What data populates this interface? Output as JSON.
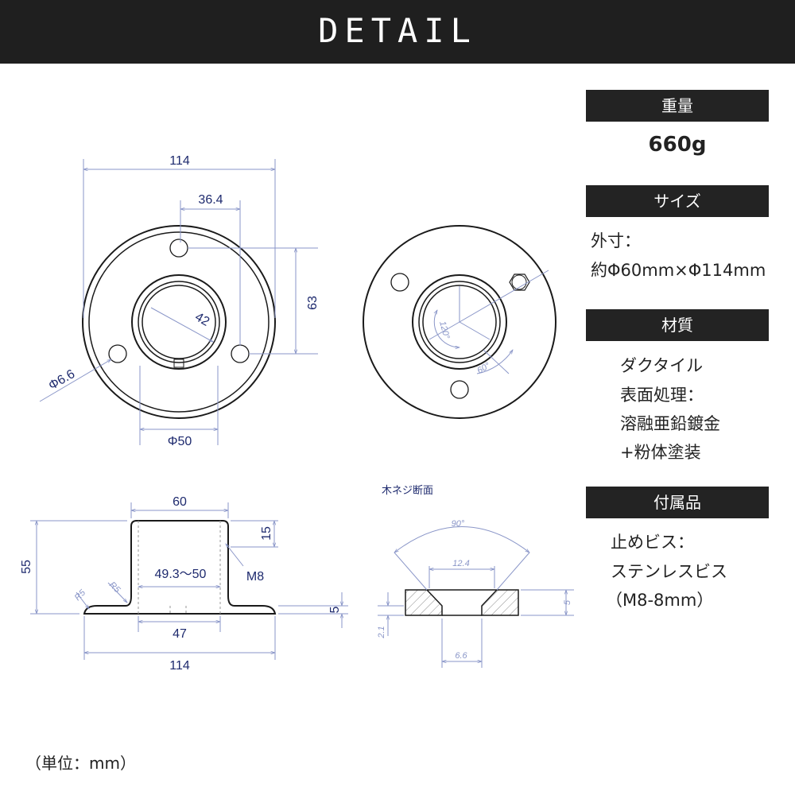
{
  "header": {
    "title": "DETAIL"
  },
  "drawing": {
    "top_view_left": {
      "width": "114",
      "hole_spacing": "36.4",
      "height_offset": "63",
      "bore": "42",
      "hole_dia": "Φ6.6",
      "hub_dia": "Φ50"
    },
    "top_view_right": {
      "angle_120": "120°",
      "angle_60": "60°"
    },
    "side_view": {
      "hub_width": "60",
      "total_height": "55",
      "top_step": "15",
      "thread": "M8",
      "inner_dia": "49.3〜50",
      "base_thickness": "5",
      "radius_a": "R5",
      "radius_b": "R5",
      "base_inner": "47",
      "base_width": "114"
    },
    "screw_section": {
      "title": "木ネジ断面",
      "angle": "90°",
      "countersink": "12.4",
      "thickness": "5",
      "depth": "2.1",
      "hole": "6.6"
    }
  },
  "specs": {
    "weight_label": "重量",
    "weight_value": "660g",
    "size_label": "サイズ",
    "size_line1": "外寸：",
    "size_line2": "約Φ60mm×Φ114mm",
    "material_label": "材質",
    "material_line1": "ダクタイル",
    "material_line2": "表面処理：",
    "material_line3": "溶融亜鉛鍍金",
    "material_line4": "+粉体塗装",
    "accessory_label": "付属品",
    "accessory_line1": "止めビス：",
    "accessory_line2": "ステンレスビス",
    "accessory_line3": "（M8-8mm）"
  },
  "footer": {
    "unit_note": "（単位：mm）"
  },
  "colors": {
    "header_bg": "#1f1f1f",
    "dimension": "#1e2a6e",
    "label_bar": "#232323"
  }
}
